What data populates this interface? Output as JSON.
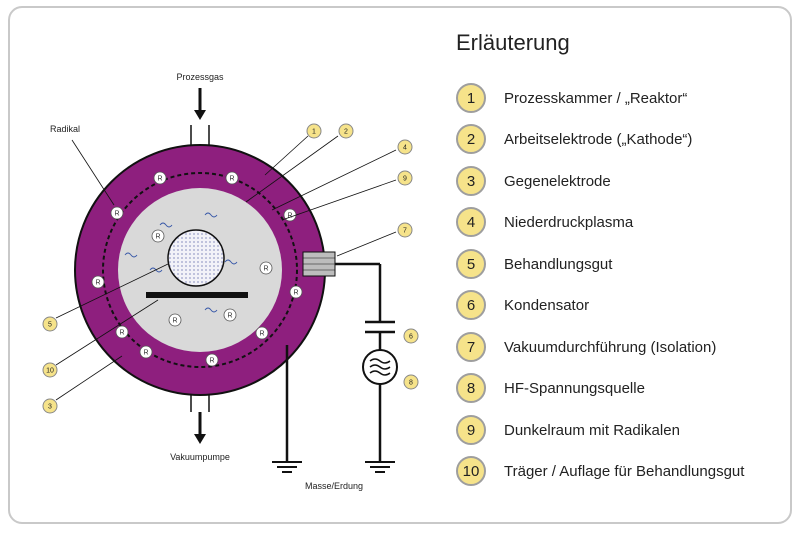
{
  "labels": {
    "process_gas": "Prozessgas",
    "radical": "Radikal",
    "vacuum_pump": "Vakuumpumpe",
    "ground": "Masse/Erdung",
    "radical_symbol": "R"
  },
  "legend": {
    "title": "Erläuterung",
    "items": [
      {
        "num": "1",
        "label": "Prozesskammer / „Reaktor“"
      },
      {
        "num": "2",
        "label": "Arbeitselektrode („Kathode“)"
      },
      {
        "num": "3",
        "label": "Gegenelektrode"
      },
      {
        "num": "4",
        "label": "Niederdruckplasma"
      },
      {
        "num": "5",
        "label": "Behandlungsgut"
      },
      {
        "num": "6",
        "label": "Kondensator"
      },
      {
        "num": "7",
        "label": "Vakuumdurchführung (Isolation)"
      },
      {
        "num": "8",
        "label": "HF-Spannungsquelle"
      },
      {
        "num": "9",
        "label": "Dunkelraum mit Radikalen"
      },
      {
        "num": "10",
        "label": "Träger / Auflage für Behandlungsgut"
      }
    ]
  },
  "colors": {
    "chamber": "#8e1f7e",
    "plasma": "#d9d9d9",
    "badge": "#f6e38a",
    "line": "#111111"
  }
}
